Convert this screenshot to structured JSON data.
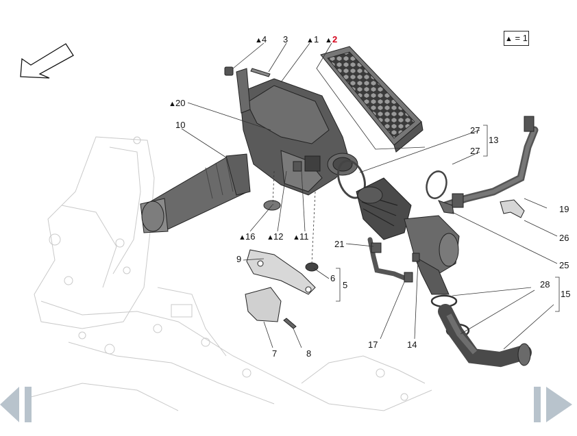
{
  "legend": {
    "icon": "warning-triangle-icon",
    "symbol": "▲",
    "text": "= 1"
  },
  "callouts": {
    "c1": "1",
    "c2": "2",
    "c3": "3",
    "c4": "4",
    "c5": "5",
    "c6": "6",
    "c7": "7",
    "c8": "8",
    "c9": "9",
    "c10": "10",
    "c11": "11",
    "c12": "12",
    "c13": "13",
    "c14": "14",
    "c15": "15",
    "c16": "16",
    "c17": "17",
    "c19": "19",
    "c20": "20",
    "c21": "21",
    "c25": "25",
    "c26": "26",
    "c27a": "27",
    "c27b": "27",
    "c28": "28"
  },
  "colors": {
    "highlight": "#d4001a",
    "part_dark": "#5a5a5a",
    "part_mid": "#7a7a7a",
    "ghost": "#c9c9c9",
    "nav": "#b8c3cc"
  },
  "navigation": {
    "prev_icon": "previous-page-icon",
    "next_icon": "next-page-icon"
  },
  "direction_icon": "front-direction-arrow-icon"
}
